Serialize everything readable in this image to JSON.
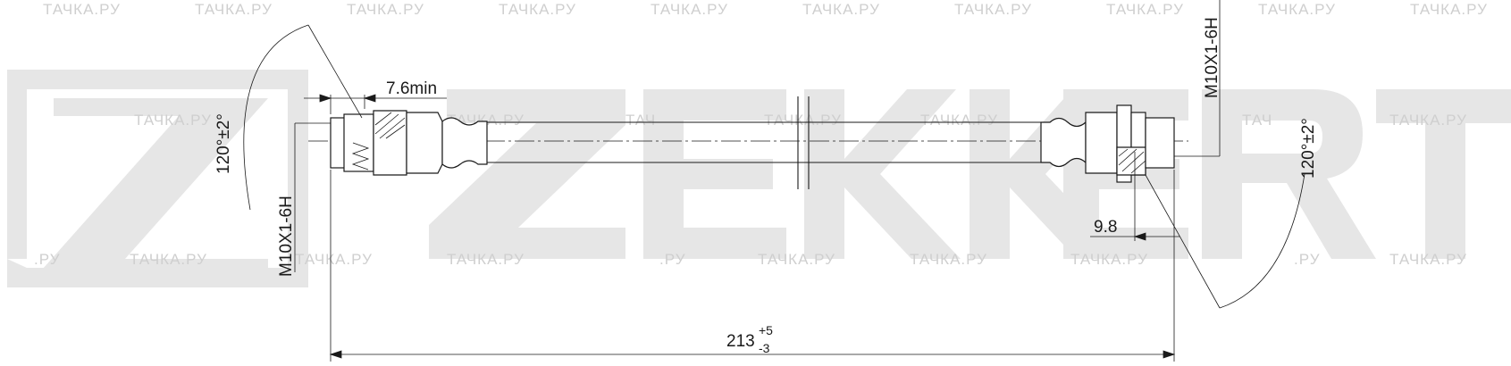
{
  "brand": {
    "logo_text": "ZEKKERT",
    "logo_color": "#e6e6e6"
  },
  "watermark": {
    "text": "ТАЧКА.РУ",
    "partial_text": ".РУ",
    "short_text": "ТАЧ",
    "color": "#cfcfcf"
  },
  "dimensions": {
    "left_thread": "M10X1-6H",
    "right_thread": "M10X1-6H",
    "left_angle": "120°±2°",
    "right_angle": "120°±2°",
    "left_min_length": "7.6min",
    "right_length": "9.8",
    "total_length": "213",
    "total_tol_upper": "+5",
    "total_tol_lower": "-3"
  }
}
